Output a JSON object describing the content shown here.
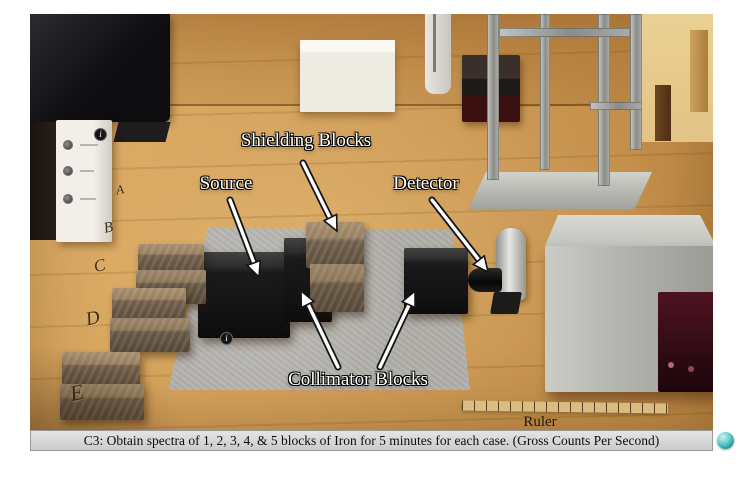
{
  "scene": {
    "annotations": {
      "shielding_blocks": "Shielding Blocks",
      "source": "Source",
      "detector": "Detector",
      "collimator_blocks": "Collimator Blocks",
      "ruler": "Ruler"
    },
    "position_markers": [
      "A",
      "B",
      "C",
      "D",
      "E"
    ],
    "info_icon_glyph": "i"
  },
  "task_bar": {
    "label": "C3: Obtain spectra of 1, 2, 3, 4, & 5 blocks of Iron for 5 minutes for each case. (Gross Counts Per Second)"
  },
  "colors": {
    "help_icon_teal": "#2f9ea4",
    "annotation_text": "#ffffff",
    "task_bar_bg": "#d6d6d6",
    "wood": "#cf9b55",
    "maroon_panel": "#4e1220"
  }
}
